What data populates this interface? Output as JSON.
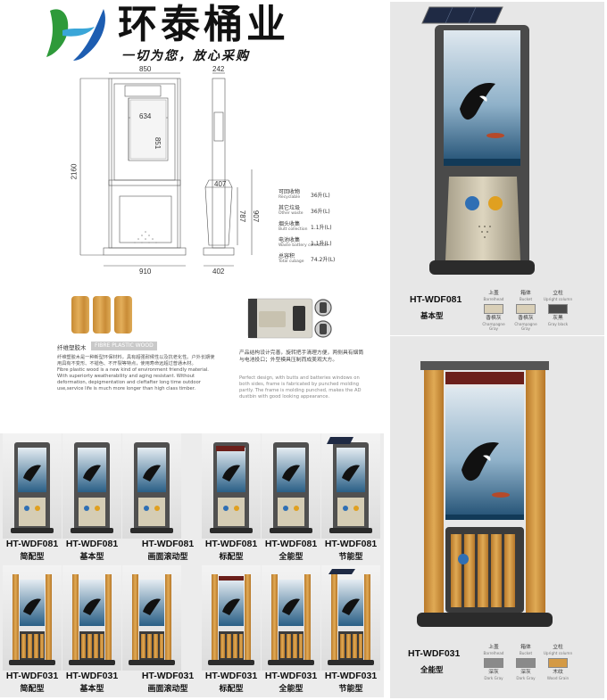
{
  "brand": {
    "name": "环泰桶业",
    "slogan": "一切为您，放心采购",
    "colors": {
      "green": "#2e9a3a",
      "blue": "#1d5db1"
    }
  },
  "drawing": {
    "dims": {
      "top_width": "850",
      "side_top": "242",
      "inner_width": "634",
      "inner_height": "851",
      "total_height": "2160",
      "base_width": "910",
      "side_mid": "407",
      "side_h1": "787",
      "side_h2": "907",
      "side_base": "402"
    },
    "specs": [
      {
        "label": "可回收物",
        "label_en": "Recyclable",
        "value": "36升(L)"
      },
      {
        "label": "其它垃圾",
        "label_en": "Other waste",
        "value": "36升(L)"
      },
      {
        "label": "烟头收集",
        "label_en": "Butt collection",
        "value": "1.1升(L)"
      },
      {
        "label": "电池收集",
        "label_en": "Waste battery collection",
        "value": "1.1升(L)"
      },
      {
        "label": "总容积",
        "label_en": "Total cubage",
        "value": "74.2升(L)"
      }
    ]
  },
  "material": {
    "title": "纤维塑胶木",
    "label": "FIBRE PLASTIC WOOD",
    "desc_cn": "纤维塑胶木是一种新型环保材料，具有超强耐候性以及抗老化性。户外长期使用具有不变形、不褪色、不开裂等特点，使用寿命远超过普通木材。",
    "desc_en": "Fibre plastic wood is a new kind of environment friendly material. With superiorty weatherability and aging resistant. Without deformation, depigmentation and cleftafter long time outdoor use,service life is much more longer than high class timber."
  },
  "detail": {
    "desc_cn": "产品结构设计完善，旋转把手清理方便，两侧具有烟筒与电池投口；外型模具压制而成美观大方。",
    "desc_en": "Perfect design, with butts and batteries windows on both sides, frame is fabricated by punched molding partly. The frame is molding punched, makes the AD dustbin with good looking appearance."
  },
  "products": {
    "top": {
      "model": "HT-WDF081",
      "type": "基本型",
      "columns": [
        {
          "name": "上盖",
          "name_en": "Barrelhead",
          "swatch": "香槟灰",
          "swatch_en": "Champagne Gray",
          "color": "#d9cfb7"
        },
        {
          "name": "箱体",
          "name_en": "Bucket",
          "swatch": "香槟灰",
          "swatch_en": "Champagne Gray",
          "color": "#d9cfb7"
        },
        {
          "name": "立柱",
          "name_en": "Upright column",
          "swatch": "灰黑",
          "swatch_en": "Gray black",
          "color": "#4a4a4a"
        }
      ]
    },
    "bottom": {
      "model": "HT-WDF031",
      "type": "全能型",
      "columns": [
        {
          "name": "上盖",
          "name_en": "Barrelhead",
          "swatch": "深灰",
          "swatch_en": "Dark Gray",
          "color": "#8a8a8a"
        },
        {
          "name": "箱体",
          "name_en": "Bucket",
          "swatch": "深灰",
          "swatch_en": "Dark Gray",
          "color": "#8a8a8a"
        },
        {
          "name": "立柱",
          "name_en": "Upright column",
          "swatch": "木纹",
          "swatch_en": "Wood Grain",
          "color": "#d49a45"
        }
      ]
    }
  },
  "thumbnails": {
    "row1": [
      {
        "model": "HT-WDF081",
        "type": "简配型"
      },
      {
        "model": "HT-WDF081",
        "type": "基本型"
      },
      {
        "model": "HT-WDF081",
        "type": "画面滚动型"
      },
      {
        "model": "HT-WDF081",
        "type": "标配型"
      },
      {
        "model": "HT-WDF081",
        "type": "全能型"
      },
      {
        "model": "HT-WDF081",
        "type": "节能型"
      }
    ],
    "row2": [
      {
        "model": "HT-WDF031",
        "type": "简配型"
      },
      {
        "model": "HT-WDF031",
        "type": "基本型"
      },
      {
        "model": "HT-WDF031",
        "type": "画面滚动型"
      },
      {
        "model": "HT-WDF031",
        "type": "标配型"
      },
      {
        "model": "HT-WDF031",
        "type": "全能型"
      },
      {
        "model": "HT-WDF031",
        "type": "节能型"
      }
    ]
  }
}
